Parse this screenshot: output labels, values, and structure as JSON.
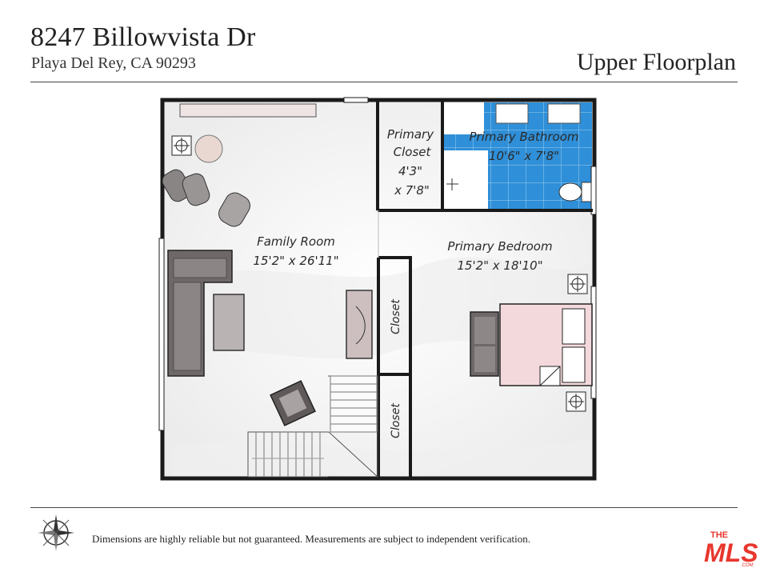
{
  "header": {
    "address": "8247 Billowvista Dr",
    "city": "Playa Del Rey, CA 90293",
    "plan_title": "Upper Floorplan"
  },
  "rooms": {
    "primary_closet": {
      "name_line1": "Primary",
      "name_line2": "Closet",
      "dim_line1": "4'3\"",
      "dim_line2": "x 7'8\""
    },
    "primary_bathroom": {
      "name": "Primary Bathroom",
      "dim": "10'6\" x 7'8\""
    },
    "family_room": {
      "name": "Family Room",
      "dim": "15'2\" x 26'11\""
    },
    "primary_bedroom": {
      "name": "Primary Bedroom",
      "dim": "15'2\" x 18'10\""
    },
    "closet_1": {
      "name": "Closet"
    },
    "closet_2": {
      "name": "Closet"
    }
  },
  "footer": {
    "disclaimer": "Dimensions are highly reliable but not guaranteed. Measurements are subject to independent verification.",
    "logo_small": "THE",
    "logo_main": "MLS",
    "logo_suffix": ".COM"
  },
  "colors": {
    "wall": "#1a1a1a",
    "bath_tile": "#2f8fd8",
    "logo_red": "#e8362d",
    "rug": "#f3d9dc"
  }
}
